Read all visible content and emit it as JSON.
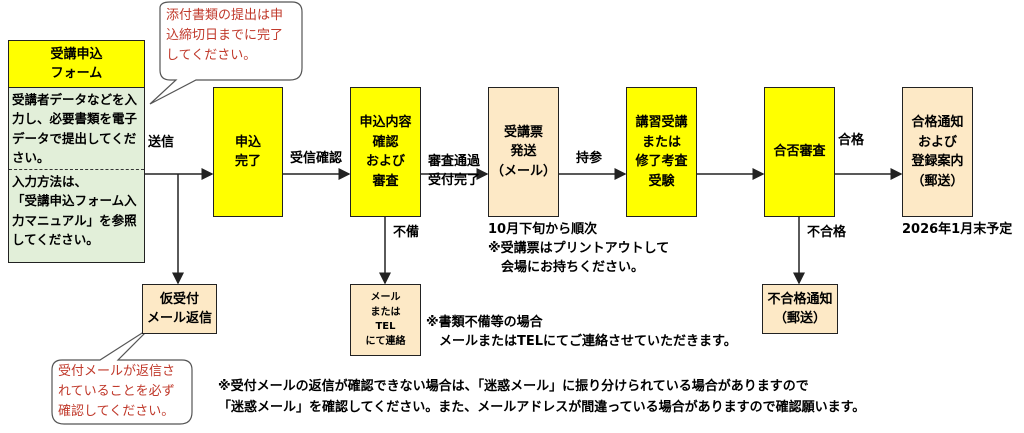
{
  "form": {
    "title": "受講申込\nフォーム",
    "desc1": "受講者データなどを入力し、必要書類を電子データで提出してください。",
    "desc2": "入力方法は、\n「受講申込フォーム入力マニュアル」を参照してください。"
  },
  "callout_top": "添付書類の提出は申\n込締切日までに完了\nしてください。",
  "callout_bottom": "受付メールが返信さ\nれていることを必ず\n確認してください。",
  "steps": {
    "apply_done": "申込\n完了",
    "review": "申込内容\n確認\nおよび\n審査",
    "ticket": "受講票\n発送\n（メール）",
    "exam": "講習受講\nまたは\n修了考査\n受験",
    "pass_review": "合否審査",
    "result": "合格通知\nおよび\n登録案内\n（郵送）"
  },
  "side_boxes": {
    "provisional": "仮受付\nメール返信",
    "incomplete": "メール\nまたは\nTEL\nにて連絡",
    "fail_notice": "不合格通知\n（郵送）"
  },
  "labels": {
    "send": "送信",
    "receive_confirm": "受信確認",
    "review_pass": "審査通過\n受付完了",
    "bring": "持参",
    "pass": "合格",
    "incomplete": "不備",
    "fail": "不合格",
    "ticket_time": "10月下旬から順次",
    "ticket_note": "※受講票はプリントアウトして\n　会場にお持ちください。",
    "result_time": "2026年1月末予定",
    "doc_note": "※書類不備等の場合\n　メールまたはTELにてご連絡させていただきます。",
    "footer": "※受付メールの返信が確認できない場合は、「迷惑メール」に振り分けられている場合がありますので\n「迷惑メール」を確認してください。また、メールアドレスが間違っている場合がありますので確認願います。"
  }
}
